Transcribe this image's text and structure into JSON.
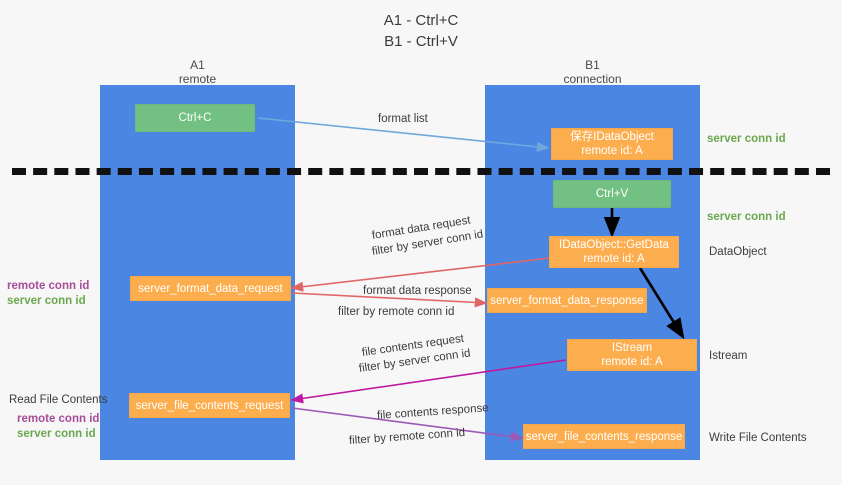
{
  "title": {
    "line1": "A1 - Ctrl+C",
    "line2": "B1 - Ctrl+V"
  },
  "colors": {
    "lane": "#4a86e2",
    "green_box": "#73c182",
    "orange_box": "#fcae4f",
    "server_conn_text": "#6aa84f",
    "remote_conn_text": "#a64d9a",
    "blue_arrow": "#6fa8dc",
    "red_arrow": "#e06666",
    "magenta_arrow": "#c0189f",
    "purple_arrow": "#9b59b6",
    "black_arrow": "#000000",
    "background": "#f7f7f7"
  },
  "columns": [
    {
      "name": "A1",
      "subtitle": "remote"
    },
    {
      "name": "B1",
      "subtitle": "connection"
    }
  ],
  "nodes": [
    {
      "id": "ctrl-c",
      "line1": "Ctrl+C",
      "line2": "",
      "kind": "green"
    },
    {
      "id": "save-idataobject",
      "line1": "保存IDataObject",
      "line2": "remote id: A",
      "kind": "orange"
    },
    {
      "id": "ctrl-v",
      "line1": "Ctrl+V",
      "line2": "",
      "kind": "green"
    },
    {
      "id": "idataobject-getdata",
      "line1": "IDataObject::GetData",
      "line2": "remote id: A",
      "kind": "orange"
    },
    {
      "id": "server-format-data-request",
      "line1": "server_format_data_request",
      "line2": "",
      "kind": "orange"
    },
    {
      "id": "server-format-data-response",
      "line1": "server_format_data_response",
      "line2": "",
      "kind": "orange"
    },
    {
      "id": "istream",
      "line1": "IStream",
      "line2": "remote id: A",
      "kind": "orange"
    },
    {
      "id": "server-file-contents-request",
      "line1": "server_file_contents_request",
      "line2": "",
      "kind": "orange"
    },
    {
      "id": "server-file-contents-response",
      "line1": "server_file_contents_response",
      "line2": "",
      "kind": "orange"
    }
  ],
  "edge_labels": {
    "format_list": "format list",
    "format_data_request": "format data request",
    "format_data_request_filter_prefix": "filter by",
    "format_data_request_filter_key": "server conn id",
    "format_data_response": "format data response",
    "format_data_response_filter_prefix": "filter by",
    "format_data_response_filter_key": "remote conn id",
    "file_contents_request": "file contents request",
    "file_contents_request_filter_prefix": "filter by",
    "file_contents_request_filter_key": "server conn id",
    "file_contents_response": "file contents response",
    "file_contents_response_filter_prefix": "filter by",
    "file_contents_response_filter_key": "remote conn id"
  },
  "right_labels": {
    "server_conn_id_top": "server conn id",
    "server_conn_id_mid": "server conn id",
    "dataobject": "DataObject",
    "istream": "Istream",
    "write_file_contents": "Write File Contents"
  },
  "left_labels": {
    "remote_conn_id_upper": "remote conn id",
    "server_conn_id_upper": "server conn id",
    "read_file_contents": "Read File Contents",
    "remote_conn_id_lower": "remote conn id",
    "server_conn_id_lower": "server conn id"
  }
}
